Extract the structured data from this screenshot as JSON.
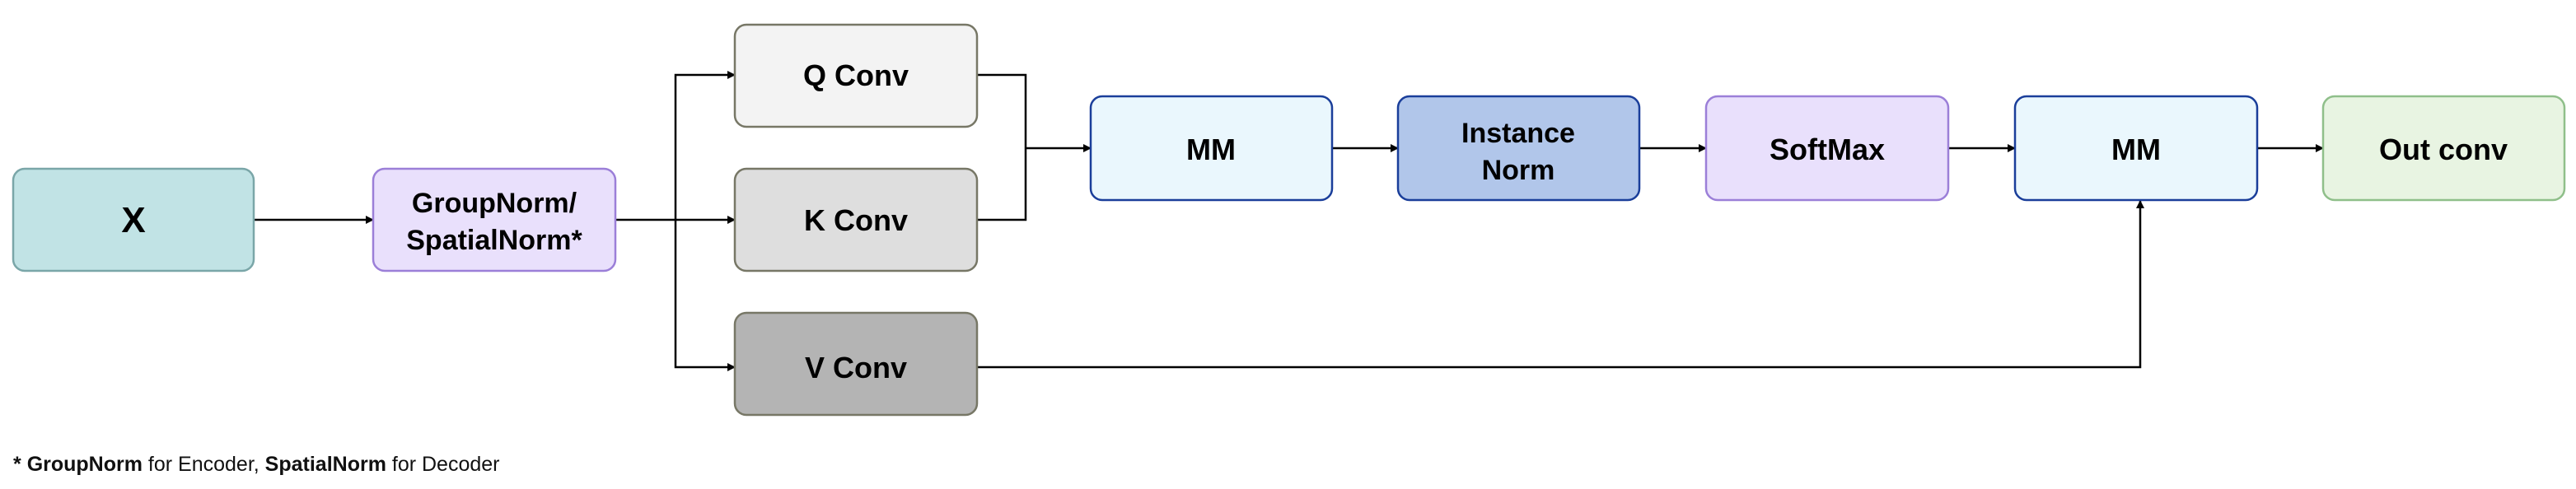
{
  "nodes": {
    "x": {
      "label": "X",
      "fill": "#c1e3e5",
      "stroke": "#7aa6a8"
    },
    "norm": {
      "line1": "GroupNorm/",
      "line2": "SpatialNorm*",
      "fill": "#e9e0fc",
      "stroke": "#9b7fd8"
    },
    "q_conv": {
      "label": "Q Conv",
      "fill": "#f3f3f3",
      "stroke": "#777766"
    },
    "k_conv": {
      "label": "K Conv",
      "fill": "#dedede",
      "stroke": "#777766"
    },
    "v_conv": {
      "label": "V Conv",
      "fill": "#b4b4b4",
      "stroke": "#777766"
    },
    "mm1": {
      "label": "MM",
      "fill": "#eaf7fd",
      "stroke": "#1a3e9a"
    },
    "instance_norm": {
      "line1": "Instance",
      "line2": "Norm",
      "fill": "#b1c6ea",
      "stroke": "#1a3e9a"
    },
    "softmax": {
      "label": "SoftMax",
      "fill": "#e9e0fc",
      "stroke": "#9b7fd8"
    },
    "mm2": {
      "label": "MM",
      "fill": "#eaf7fd",
      "stroke": "#1a3e9a"
    },
    "out_conv": {
      "label": "Out conv",
      "fill": "#e8f4e2",
      "stroke": "#8fbf8a"
    }
  },
  "footnote": {
    "prefix": "* ",
    "term1": "GroupNorm",
    "mid": " for Encoder, ",
    "term2": "SpatialNorm",
    "suffix": " for Decoder"
  },
  "colors": {
    "arrow": "#000000"
  }
}
